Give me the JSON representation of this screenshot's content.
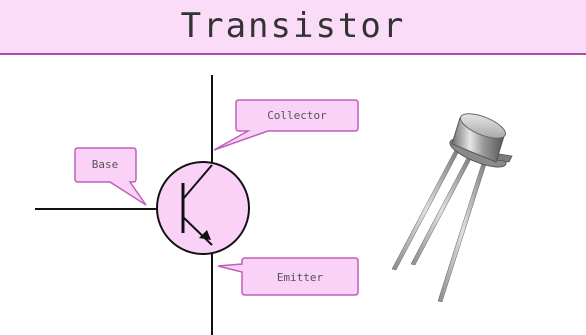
{
  "title": "Transistor",
  "labels": {
    "collector": "Collector",
    "base": "Base",
    "emitter": "Emitter"
  },
  "colors": {
    "title_background": "#fbdcf8",
    "title_border": "#b04aaa",
    "callout_fill": "#fbd2f7",
    "callout_stroke": "#c060b8",
    "transistor_circle_fill": "#fbd2f7",
    "wire": "#111111"
  }
}
